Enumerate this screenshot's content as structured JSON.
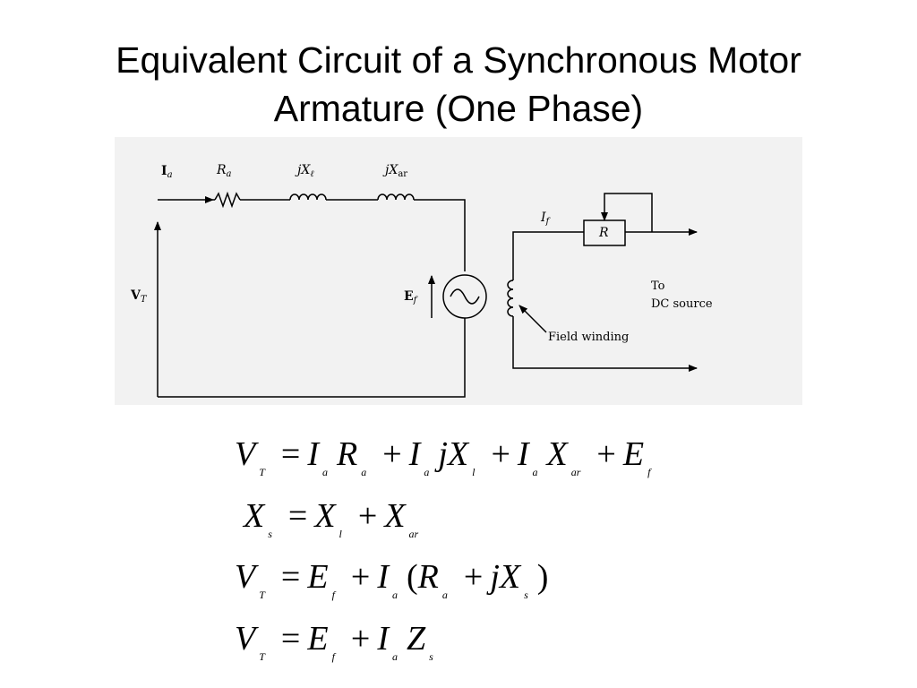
{
  "slide": {
    "title_line1": "Equivalent Circuit of a Synchronous Motor",
    "title_line2": "Armature (One Phase)"
  },
  "circuit": {
    "current_label": "I",
    "current_sub": "a",
    "resistor_label": "R",
    "resistor_sub": "a",
    "leakage_label": "jX",
    "leakage_sub": "ℓ",
    "armature_reaction_label": "jX",
    "armature_reaction_sub": "ar",
    "terminal_voltage_label": "V",
    "terminal_voltage_sub": "T",
    "emf_label": "E",
    "emf_sub": "f",
    "field_current_label": "I",
    "field_current_sub": "f",
    "rheostat_label": "R",
    "to_label": "To",
    "dc_source_label": "DC source",
    "field_winding_label": "Field winding"
  },
  "equations": [
    [
      {
        "t": "V",
        "sub": "T"
      },
      {
        "op": "="
      },
      {
        "t": "I",
        "sub": "a"
      },
      {
        "t": "R",
        "sub": "a"
      },
      {
        "op": "+"
      },
      {
        "t": "I",
        "sub": "a"
      },
      {
        "t": "jX",
        "sub": "l"
      },
      {
        "op": "+"
      },
      {
        "t": "I",
        "sub": "a"
      },
      {
        "t": "X",
        "sub": "ar"
      },
      {
        "op": "+"
      },
      {
        "t": "E",
        "sub": "f"
      }
    ],
    [
      {
        "t": "X",
        "sub": "s"
      },
      {
        "op": "="
      },
      {
        "t": "X",
        "sub": "l"
      },
      {
        "op": "+"
      },
      {
        "t": "X",
        "sub": "ar"
      }
    ],
    [
      {
        "t": "V",
        "sub": "T"
      },
      {
        "op": "="
      },
      {
        "t": "E",
        "sub": "f"
      },
      {
        "op": "+"
      },
      {
        "t": "I",
        "sub": "a"
      },
      {
        "p": "("
      },
      {
        "t": "R",
        "sub": "a"
      },
      {
        "op": "+"
      },
      {
        "t": "jX",
        "sub": "s"
      },
      {
        "p": ")"
      }
    ],
    [
      {
        "t": "V",
        "sub": "T"
      },
      {
        "op": "="
      },
      {
        "t": "E",
        "sub": "f"
      },
      {
        "op": "+"
      },
      {
        "t": "I",
        "sub": "a"
      },
      {
        "t": "Z",
        "sub": "s"
      }
    ]
  ]
}
